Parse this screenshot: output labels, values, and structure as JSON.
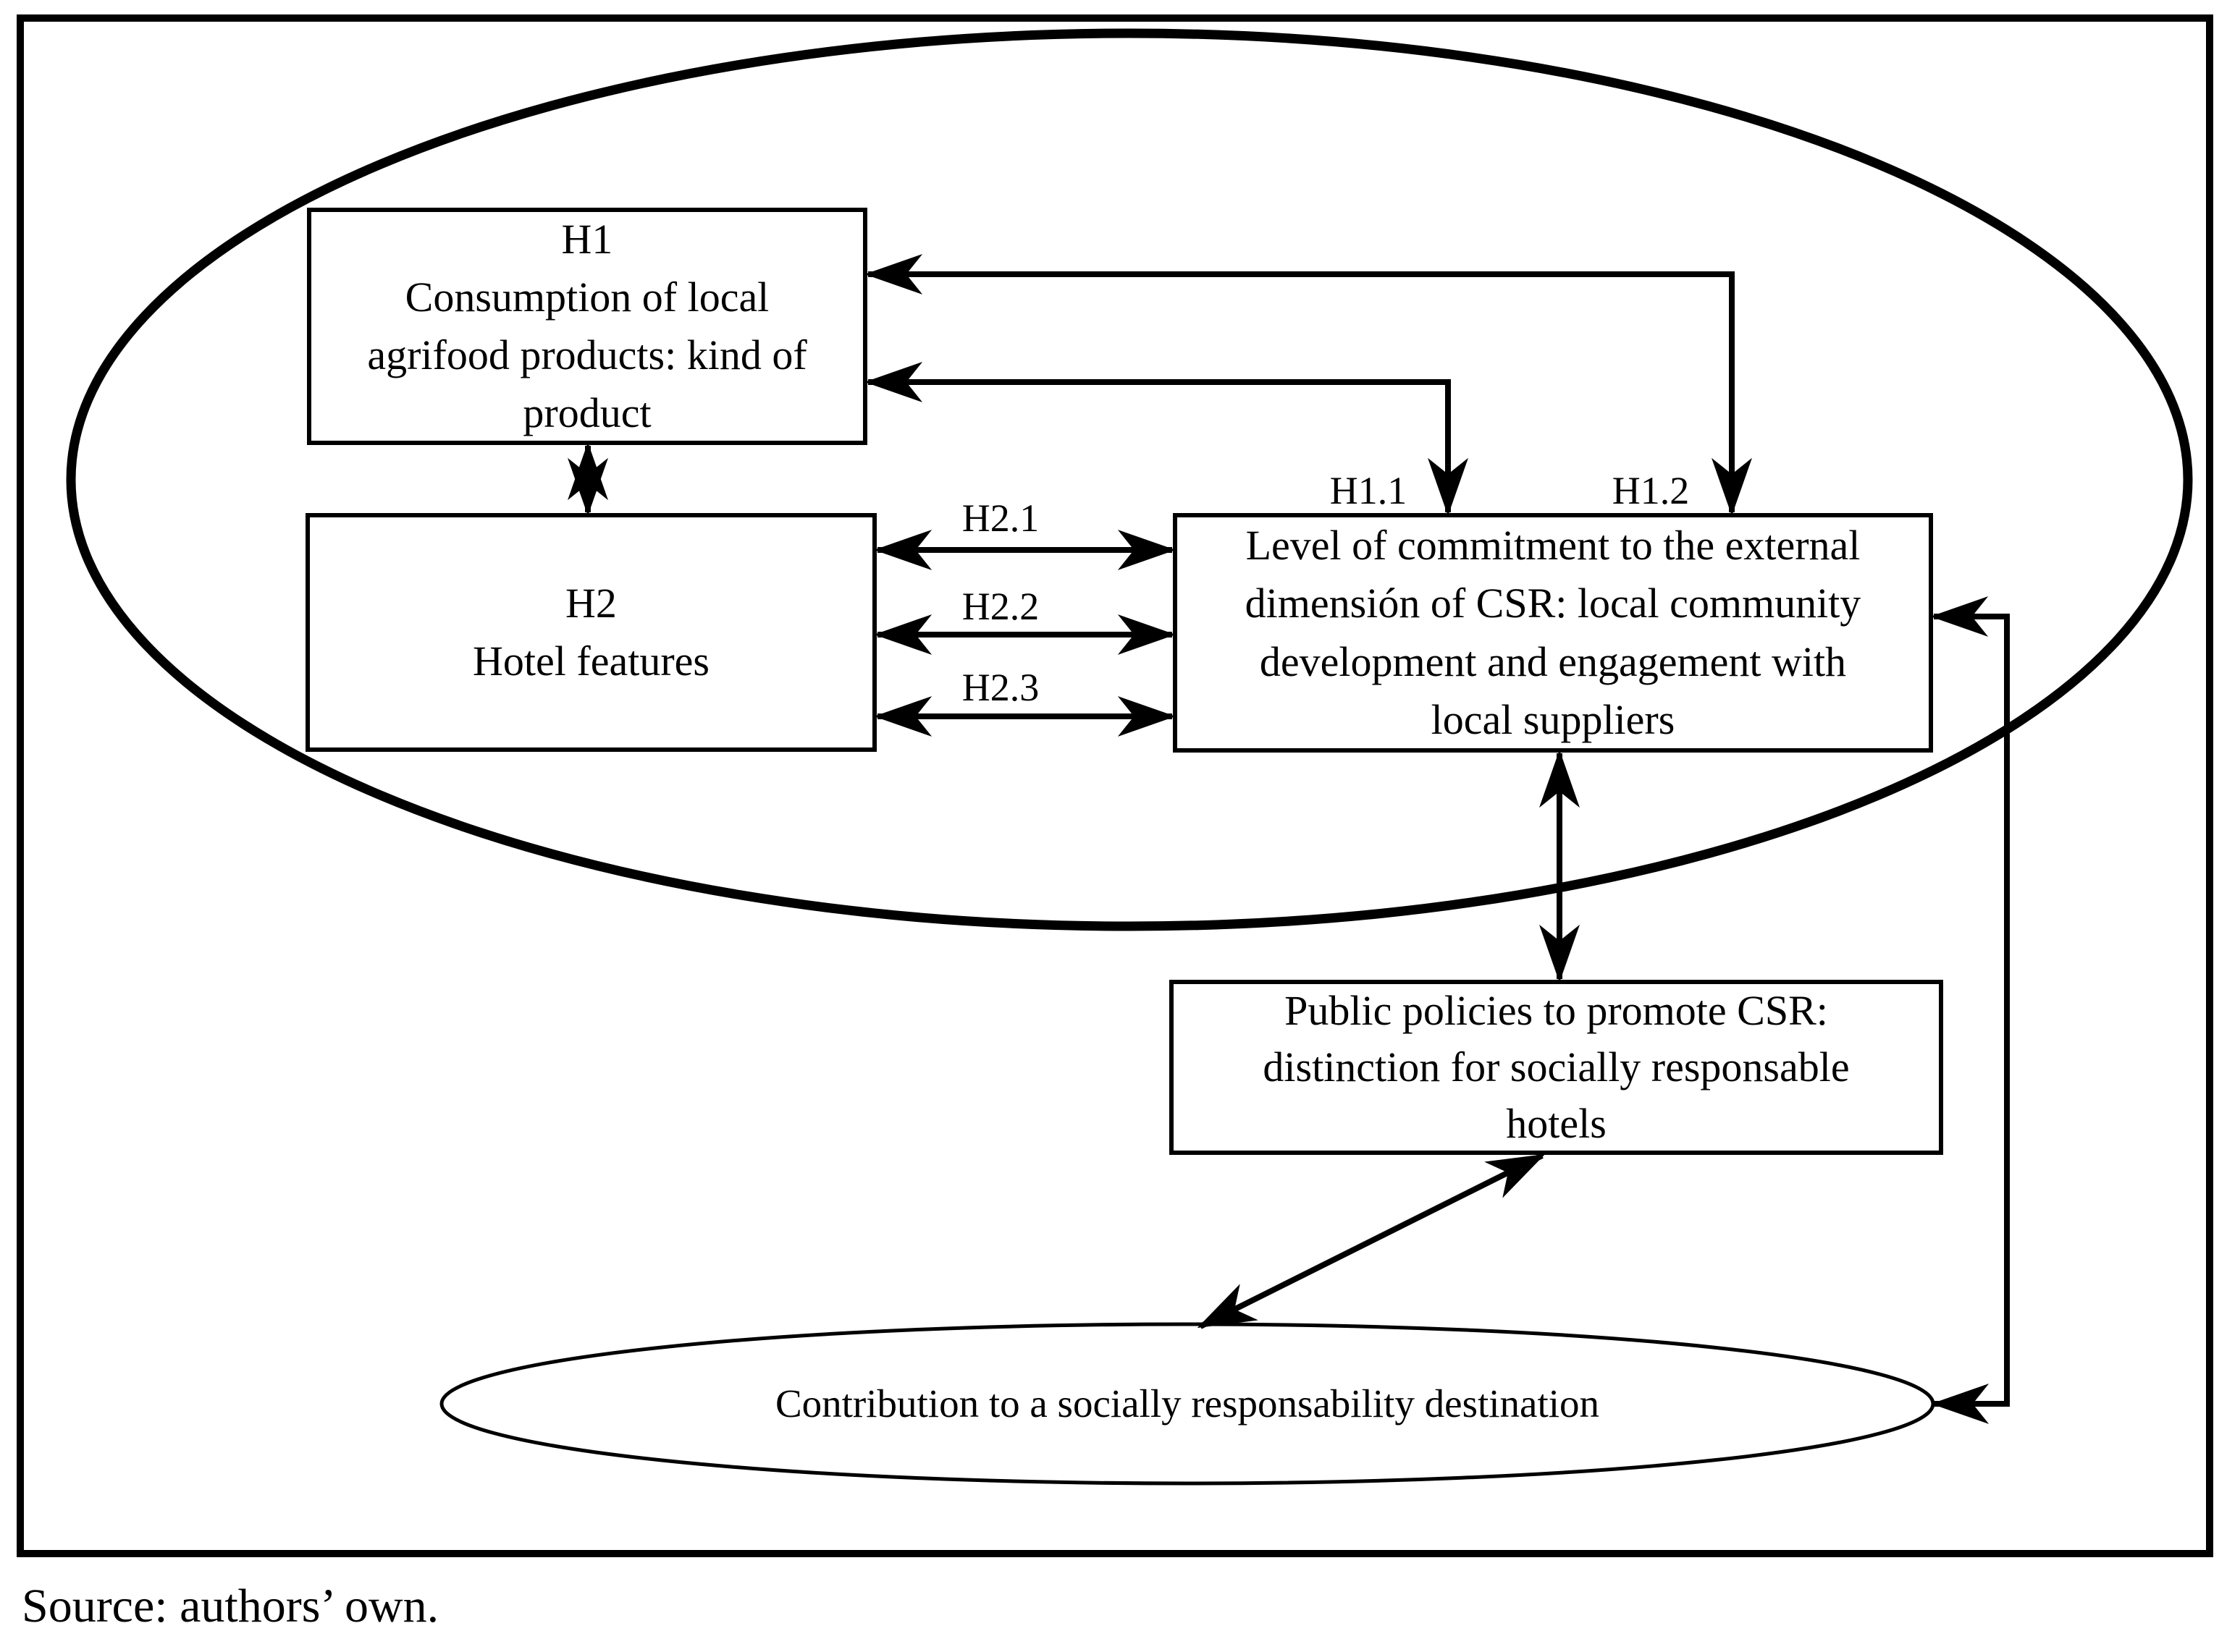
{
  "figure": {
    "boxes": {
      "h1_consumption": "H1\nConsumption of local\nagrifood products: kind of\nproduct",
      "h2_hotel": "H2\nHotel features",
      "commitment": "Level of commitment to the external\ndimensión of CSR: local community\ndevelopment and engagement with\nlocal suppliers",
      "public_policies": "Public policies to promote CSR:\ndistinction for socially responsable\nhotels"
    },
    "ellipses": {
      "contribution": "Contribution to a socially responsability destination"
    },
    "hypothesis_labels": {
      "h1_1": "H1.1",
      "h1_2": "H1.2",
      "h2_1": "H2.1",
      "h2_2": "H2.2",
      "h2_3": "H2.3"
    },
    "caption": "Source: authors’ own.",
    "colors": {
      "line": "#000000",
      "background": "#ffffff"
    }
  }
}
